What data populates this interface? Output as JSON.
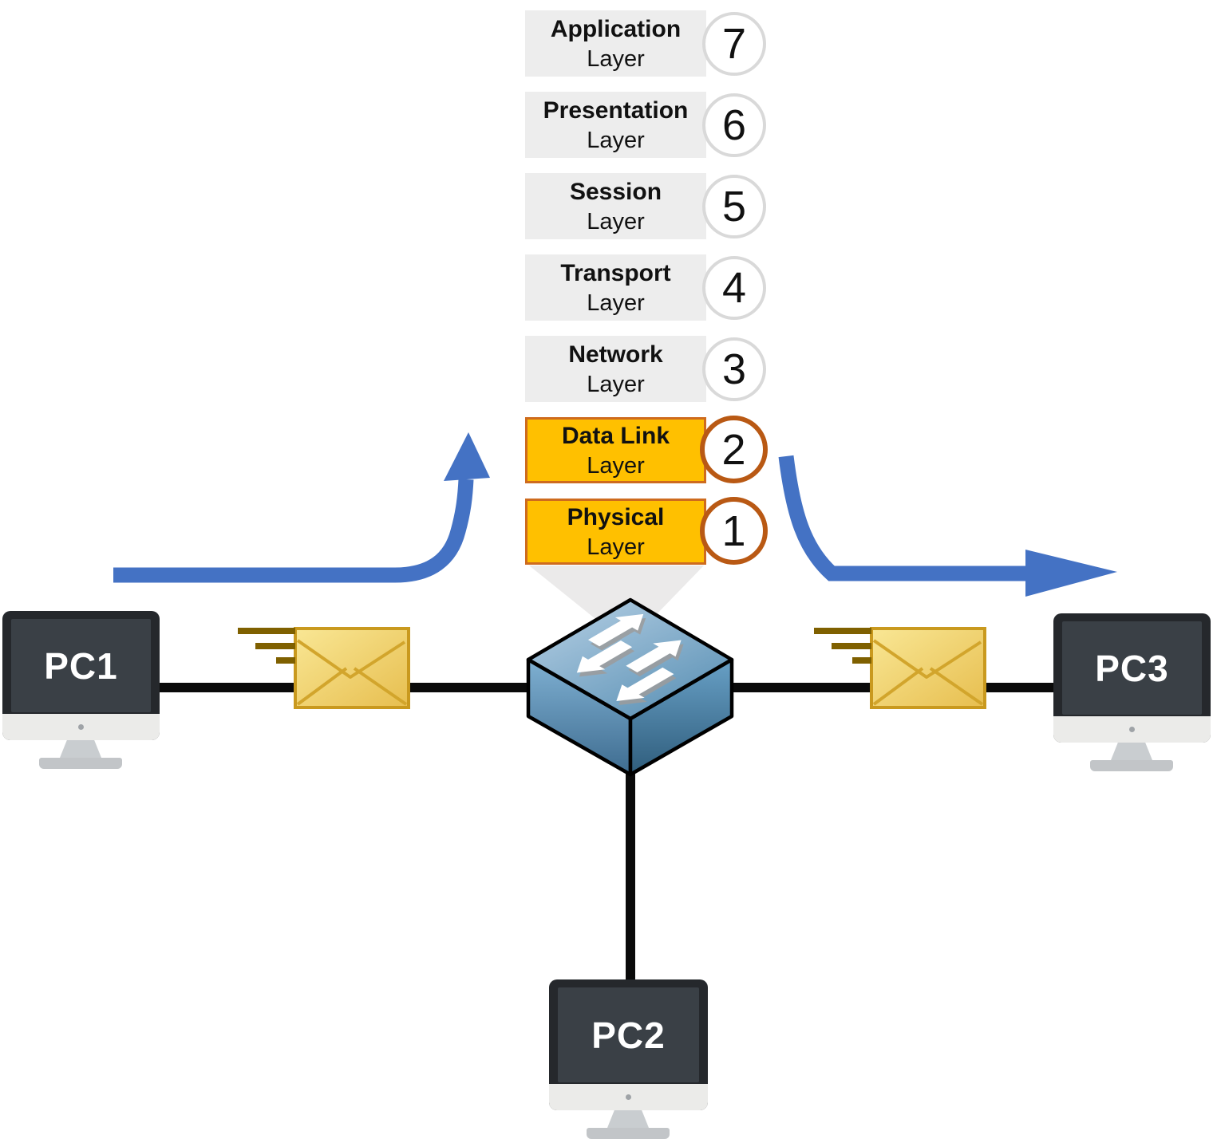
{
  "osi": {
    "layers": [
      {
        "name": "Application",
        "sublabel": "Layer",
        "number": "7",
        "highlighted": false
      },
      {
        "name": "Presentation",
        "sublabel": "Layer",
        "number": "6",
        "highlighted": false
      },
      {
        "name": "Session",
        "sublabel": "Layer",
        "number": "5",
        "highlighted": false
      },
      {
        "name": "Transport",
        "sublabel": "Layer",
        "number": "4",
        "highlighted": false
      },
      {
        "name": "Network",
        "sublabel": "Layer",
        "number": "3",
        "highlighted": false
      },
      {
        "name": "Data Link",
        "sublabel": "Layer",
        "number": "2",
        "highlighted": true
      },
      {
        "name": "Physical",
        "sublabel": "Layer",
        "number": "1",
        "highlighted": true
      }
    ]
  },
  "devices": {
    "pc1": {
      "label": "PC1"
    },
    "pc2": {
      "label": "PC2"
    },
    "pc3": {
      "label": "PC3"
    },
    "switch": {
      "type": "network-switch"
    }
  },
  "icons": {
    "switch": "network-switch-icon",
    "envelope": "mail-envelope-icon",
    "arrow_up": "curved-arrow-up-icon",
    "arrow_right": "curved-arrow-right-icon",
    "monitor": "monitor-icon"
  },
  "colors": {
    "blue": "#4472C4",
    "orangefill": "#FFC000",
    "orangeborder": "#CE6B1E",
    "circleorange": "#B95914",
    "graybox": "#EDEDED",
    "graycircle": "#D9D9D9",
    "cable": "#0A0A0A",
    "envfill": "#F3D878",
    "envborder": "#C9991E",
    "envline": "#D2A52C",
    "speedline": "#7F6000",
    "funnel": "#EBEAEA",
    "monitor": "#25282C",
    "screen": "#3A4046",
    "chin": "#EBEBE9",
    "standcol": "#C9CDD0"
  }
}
